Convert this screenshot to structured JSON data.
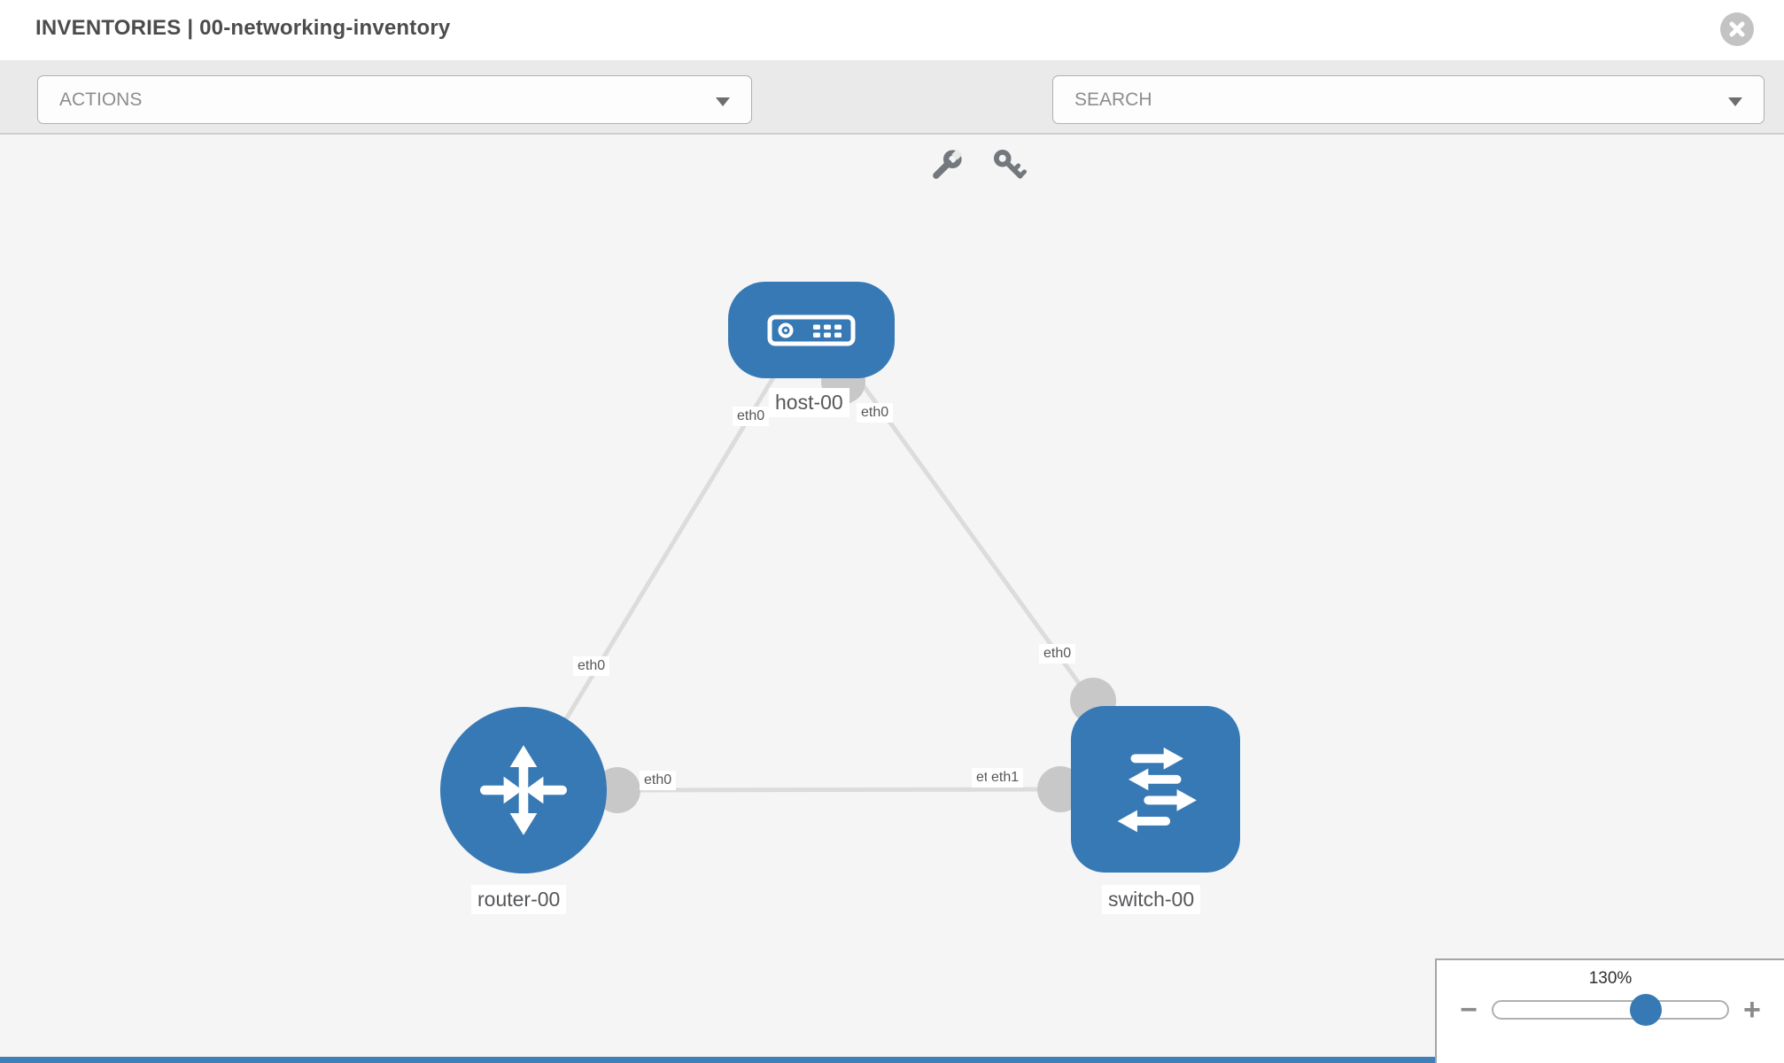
{
  "header": {
    "title": "INVENTORIES | 00-networking-inventory"
  },
  "toolbar": {
    "actions_dropdown_label": "ACTIONS",
    "search_dropdown_label": "SEARCH",
    "icons": [
      "wrench-icon",
      "key-icon"
    ]
  },
  "topology": {
    "nodes": [
      {
        "name": "host-00",
        "type": "host"
      },
      {
        "name": "router-00",
        "type": "router"
      },
      {
        "name": "switch-00",
        "type": "switch"
      }
    ],
    "links": [
      {
        "from": "host-00",
        "from_interface": "eth0",
        "to": "router-00",
        "to_interface": "eth0"
      },
      {
        "from": "host-00",
        "from_interface": "eth0",
        "to": "switch-00",
        "to_interface": "eth0"
      },
      {
        "from": "router-00",
        "from_interface": "eth0",
        "to": "switch-00",
        "to_interface": "eth1"
      }
    ],
    "interface_labels": {
      "hr_host": "eth0",
      "hr_router": "eth0",
      "hs_host": "eth0",
      "hs_switch": "eth0",
      "rs_router": "eth0",
      "rs_switch_back": "eth0",
      "rs_switch_front": "eth1"
    }
  },
  "zoom_control": {
    "level": "130%",
    "minus_label": "−",
    "plus_label": "+"
  },
  "colors": {
    "node_blue": "#3779b5",
    "link_gray": "#dcdcdc",
    "endpoint_gray": "#c8c8c8",
    "canvas_bg": "#f5f5f6",
    "toolbar_bg": "#eaeaea"
  }
}
